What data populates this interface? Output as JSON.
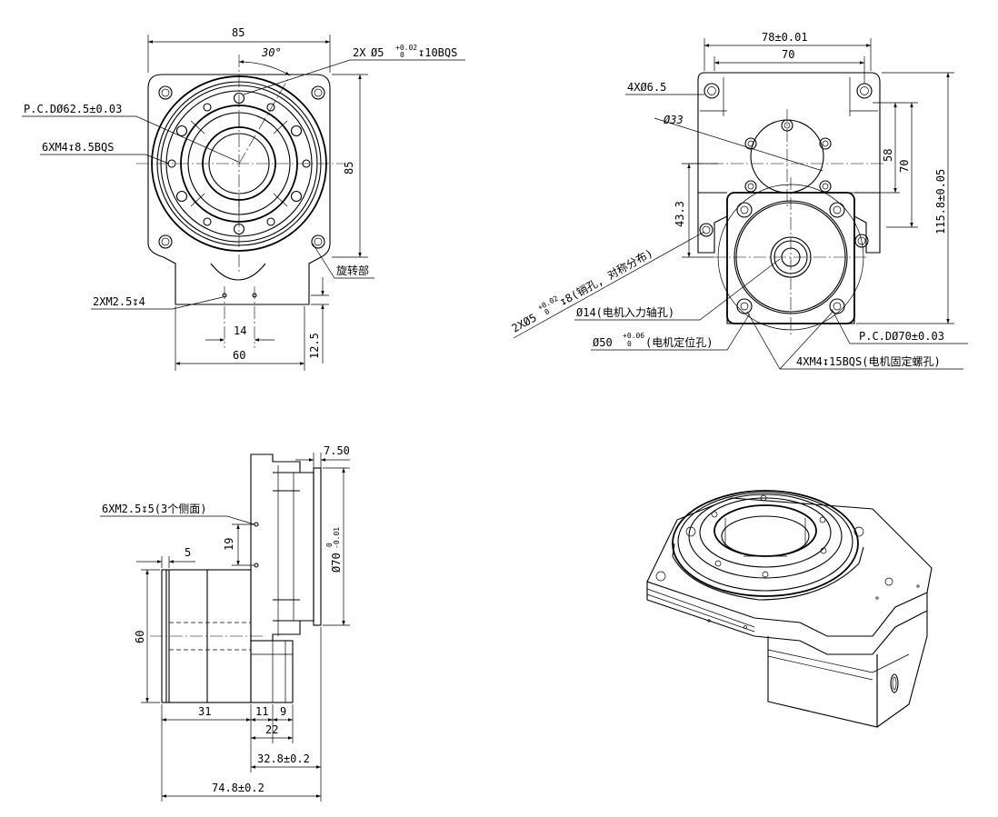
{
  "views": {
    "top_left": {
      "dim_width": "85",
      "dim_height": "85",
      "angle": "30°",
      "pin_hole": {
        "prefix": "2X",
        "dia": "Ø5",
        "tol_up": "+0.02",
        "tol_dn": "0",
        "suffix": "↧10BQS"
      },
      "pcd": "P.C.DØ62.5±0.03",
      "tap": "6XM4↧8.5BQS",
      "rotary": "旋转部",
      "side_holes": "2XM2.5↧4",
      "dim_14": "14",
      "dim_60": "60",
      "dim_12_5": "12.5"
    },
    "top_right": {
      "dim_78": "78±0.01",
      "dim_70_top": "70",
      "hole_4x": "4XØ6.5",
      "dia_33": "Ø33",
      "dim_58": "58",
      "dim_70_side": "70",
      "dim_115": "115.8±0.05",
      "dim_43": "43.3",
      "pin_holes": {
        "prefix": "2XØ5",
        "tol_up": "+0.02",
        "tol_dn": "0",
        "suffix": "↧8(销孔, 对称分布)"
      },
      "input_shaft": "Ø14(电机入力轴孔)",
      "locate": {
        "prefix": "Ø50",
        "tol_up": "+0.06",
        "tol_dn": "0",
        "suffix": "(电机定位孔)"
      },
      "pcd": "P.C.DØ70±0.03",
      "motor_screw": "4XM4↧15BQS(电机固定螺孔)"
    },
    "bottom_left": {
      "dim_7_5": "7.50",
      "side_tap": "6XM2.5↧5(3个侧面)",
      "dim_19": "19",
      "dim_5": "5",
      "dia_70": {
        "prefix": "Ø70",
        "tol_up": "0",
        "tol_dn": "-0.01"
      },
      "dim_60": "60",
      "dim_31": "31",
      "dim_11": "11",
      "dim_9": "9",
      "dim_22": "22",
      "dim_32_8": "32.8±0.2",
      "dim_74_8": "74.8±0.2"
    }
  }
}
